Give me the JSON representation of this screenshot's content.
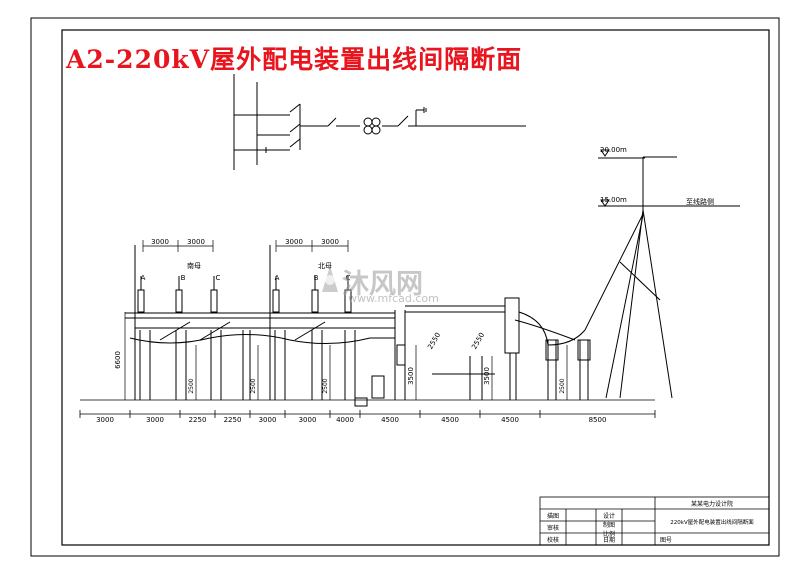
{
  "title": "A2-220kV屋外配电装置出线间隔断面",
  "levels": {
    "top": "20.00m",
    "mid": "15.00m"
  },
  "to_line": "至线路侧",
  "buses": {
    "south": "南母",
    "north": "北母"
  },
  "phases": [
    "A",
    "B",
    "C"
  ],
  "top_dims_left": [
    "3000",
    "3000"
  ],
  "top_dims_right": [
    "3000",
    "3000"
  ],
  "heights": {
    "main": "6600",
    "support": "2500",
    "clear": "3500",
    "upper1": "2550",
    "upper2": "2550"
  },
  "bottom_dims": [
    "3000",
    "3000",
    "2250",
    "2250",
    "3000",
    "3000",
    "4000",
    "4500",
    "4500",
    "4500",
    "8500"
  ],
  "watermark": {
    "cn": "沐风网",
    "url": "www.mfcad.com"
  },
  "titleblock": {
    "company": "某某电力设计院",
    "drawing_name": "220kV屋外配电装置出线间隔断面",
    "roles": [
      "描图",
      "审核",
      "校核"
    ],
    "roles2": [
      "设计",
      "制图",
      "比例"
    ],
    "date_label": "日期",
    "no_label": "图号"
  },
  "colors": {
    "title": "#e8141e",
    "line": "#000000",
    "accent": "#1a4fd6"
  }
}
